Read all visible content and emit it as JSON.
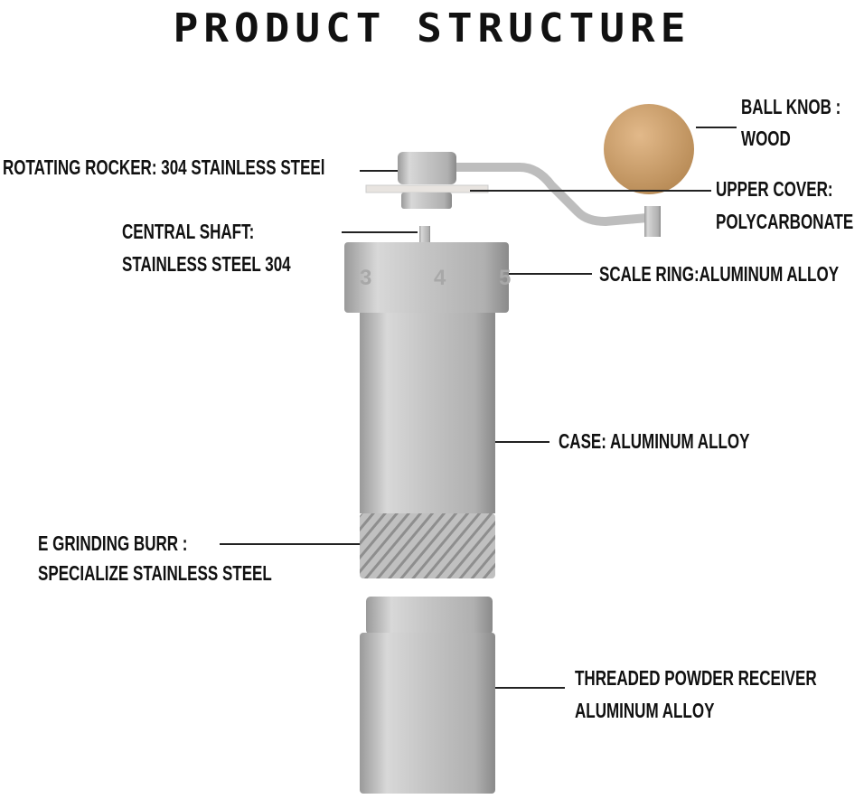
{
  "title": "PRODUCT STRUCTURE",
  "labels": {
    "ball_knob": [
      "BALL KNOB :",
      "WOOD"
    ],
    "rotating_rocker": "ROTATING ROCKER: 304 STAINLESS STEEl",
    "upper_cover": [
      "UPPER COVER:",
      "POLYCARBONATE"
    ],
    "central_shaft": [
      "CENTRAL  SHAFT:",
      "STAINLESS STEEL 304"
    ],
    "scale_ring": "SCALE RING:ALUMINUM ALLOY",
    "case": "CASE: ALUMINUM ALLOY",
    "grinding_burr": [
      "E GRINDING BURR :",
      "SPECIALIZE STAINLESS STEEL"
    ],
    "receiver": [
      "THREADED POWDER RECEIVER",
      "ALUMINUM ALLOY"
    ]
  },
  "scale_numbers": [
    "3",
    "4",
    "5"
  ]
}
